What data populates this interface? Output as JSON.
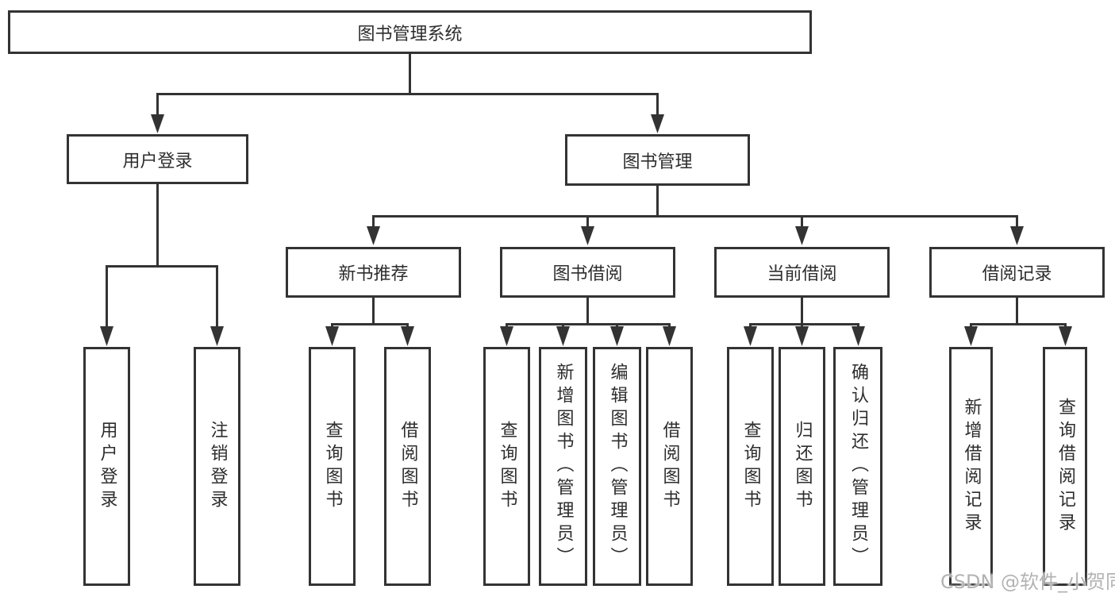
{
  "diagram": {
    "root": {
      "label": "图书管理系统"
    },
    "branches": [
      {
        "label": "用户登录",
        "children": [
          {
            "label": "用户登录"
          },
          {
            "label": "注销登录"
          }
        ]
      },
      {
        "label": "图书管理",
        "groups": [
          {
            "label": "新书推荐",
            "children": [
              {
                "label": "查询图书"
              },
              {
                "label": "借阅图书"
              }
            ]
          },
          {
            "label": "图书借阅",
            "children": [
              {
                "label": "查询图书"
              },
              {
                "label": "新增图书（管理员）"
              },
              {
                "label": "编辑图书（管理员）"
              },
              {
                "label": "借阅图书"
              }
            ]
          },
          {
            "label": "当前借阅",
            "children": [
              {
                "label": "查询图书"
              },
              {
                "label": "归还图书"
              },
              {
                "label": "确认归还（管理员）"
              }
            ]
          },
          {
            "label": "借阅记录",
            "children": [
              {
                "label": "新增借阅记录"
              },
              {
                "label": "查询借阅记录"
              }
            ]
          }
        ]
      }
    ]
  },
  "watermark": {
    "text": "CSDN @软件_小贺同学"
  },
  "colors": {
    "line": "#333333",
    "box_background": "#ffffff",
    "text": "#2d2d2d",
    "watermark": "#b3b3b3"
  }
}
